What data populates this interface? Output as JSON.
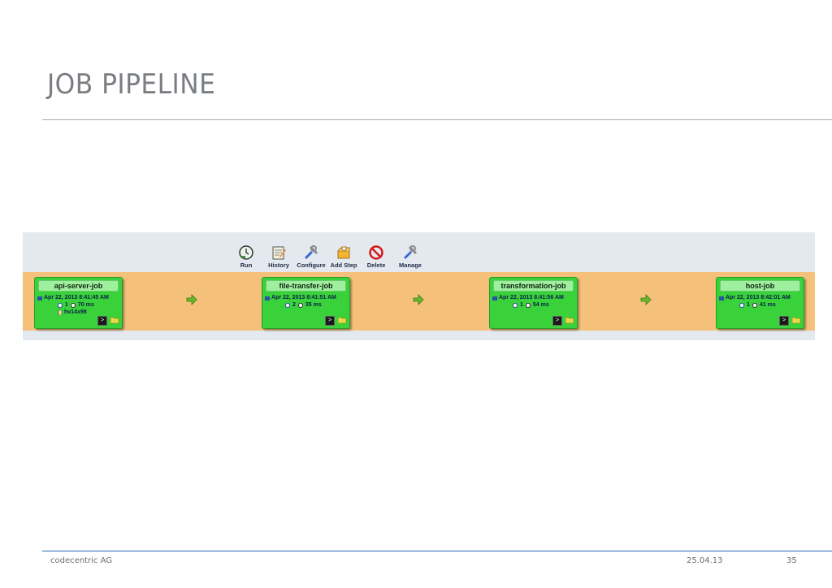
{
  "slide": {
    "title": "JOB PIPELINE",
    "footer_company": "codecentric AG",
    "footer_date": "25.04.13",
    "footer_page": "35"
  },
  "toolbar": {
    "items": [
      {
        "label": "Run",
        "icon": "run-clock-icon"
      },
      {
        "label": "History",
        "icon": "history-notepad-icon"
      },
      {
        "label": "Configure",
        "icon": "configure-wrench-icon"
      },
      {
        "label": "Add Step",
        "icon": "add-step-box-icon"
      },
      {
        "label": "Delete",
        "icon": "delete-no-icon"
      },
      {
        "label": "Manage",
        "icon": "manage-wrench-icon"
      }
    ]
  },
  "pipeline": {
    "jobs": [
      {
        "name": "api-server-job",
        "timestamp": "Apr 22, 2013 8:41:45 AM",
        "build": "1",
        "duration": "70 ms",
        "node": "hv14x98"
      },
      {
        "name": "file-transfer-job",
        "timestamp": "Apr 22, 2013 8:41:51 AM",
        "build": "2",
        "duration": "35 ms"
      },
      {
        "name": "transformation-job",
        "timestamp": "Apr 22, 2013 8:41:56 AM",
        "build": "1",
        "duration": "54 ms"
      },
      {
        "name": "host-job",
        "timestamp": "Apr 22, 2013 8:42:01 AM",
        "build": "1",
        "duration": "41 ms"
      }
    ],
    "colors": {
      "lane": "#f4c07a",
      "job": "#3ad23a",
      "panel": "#e4e9f0"
    }
  }
}
